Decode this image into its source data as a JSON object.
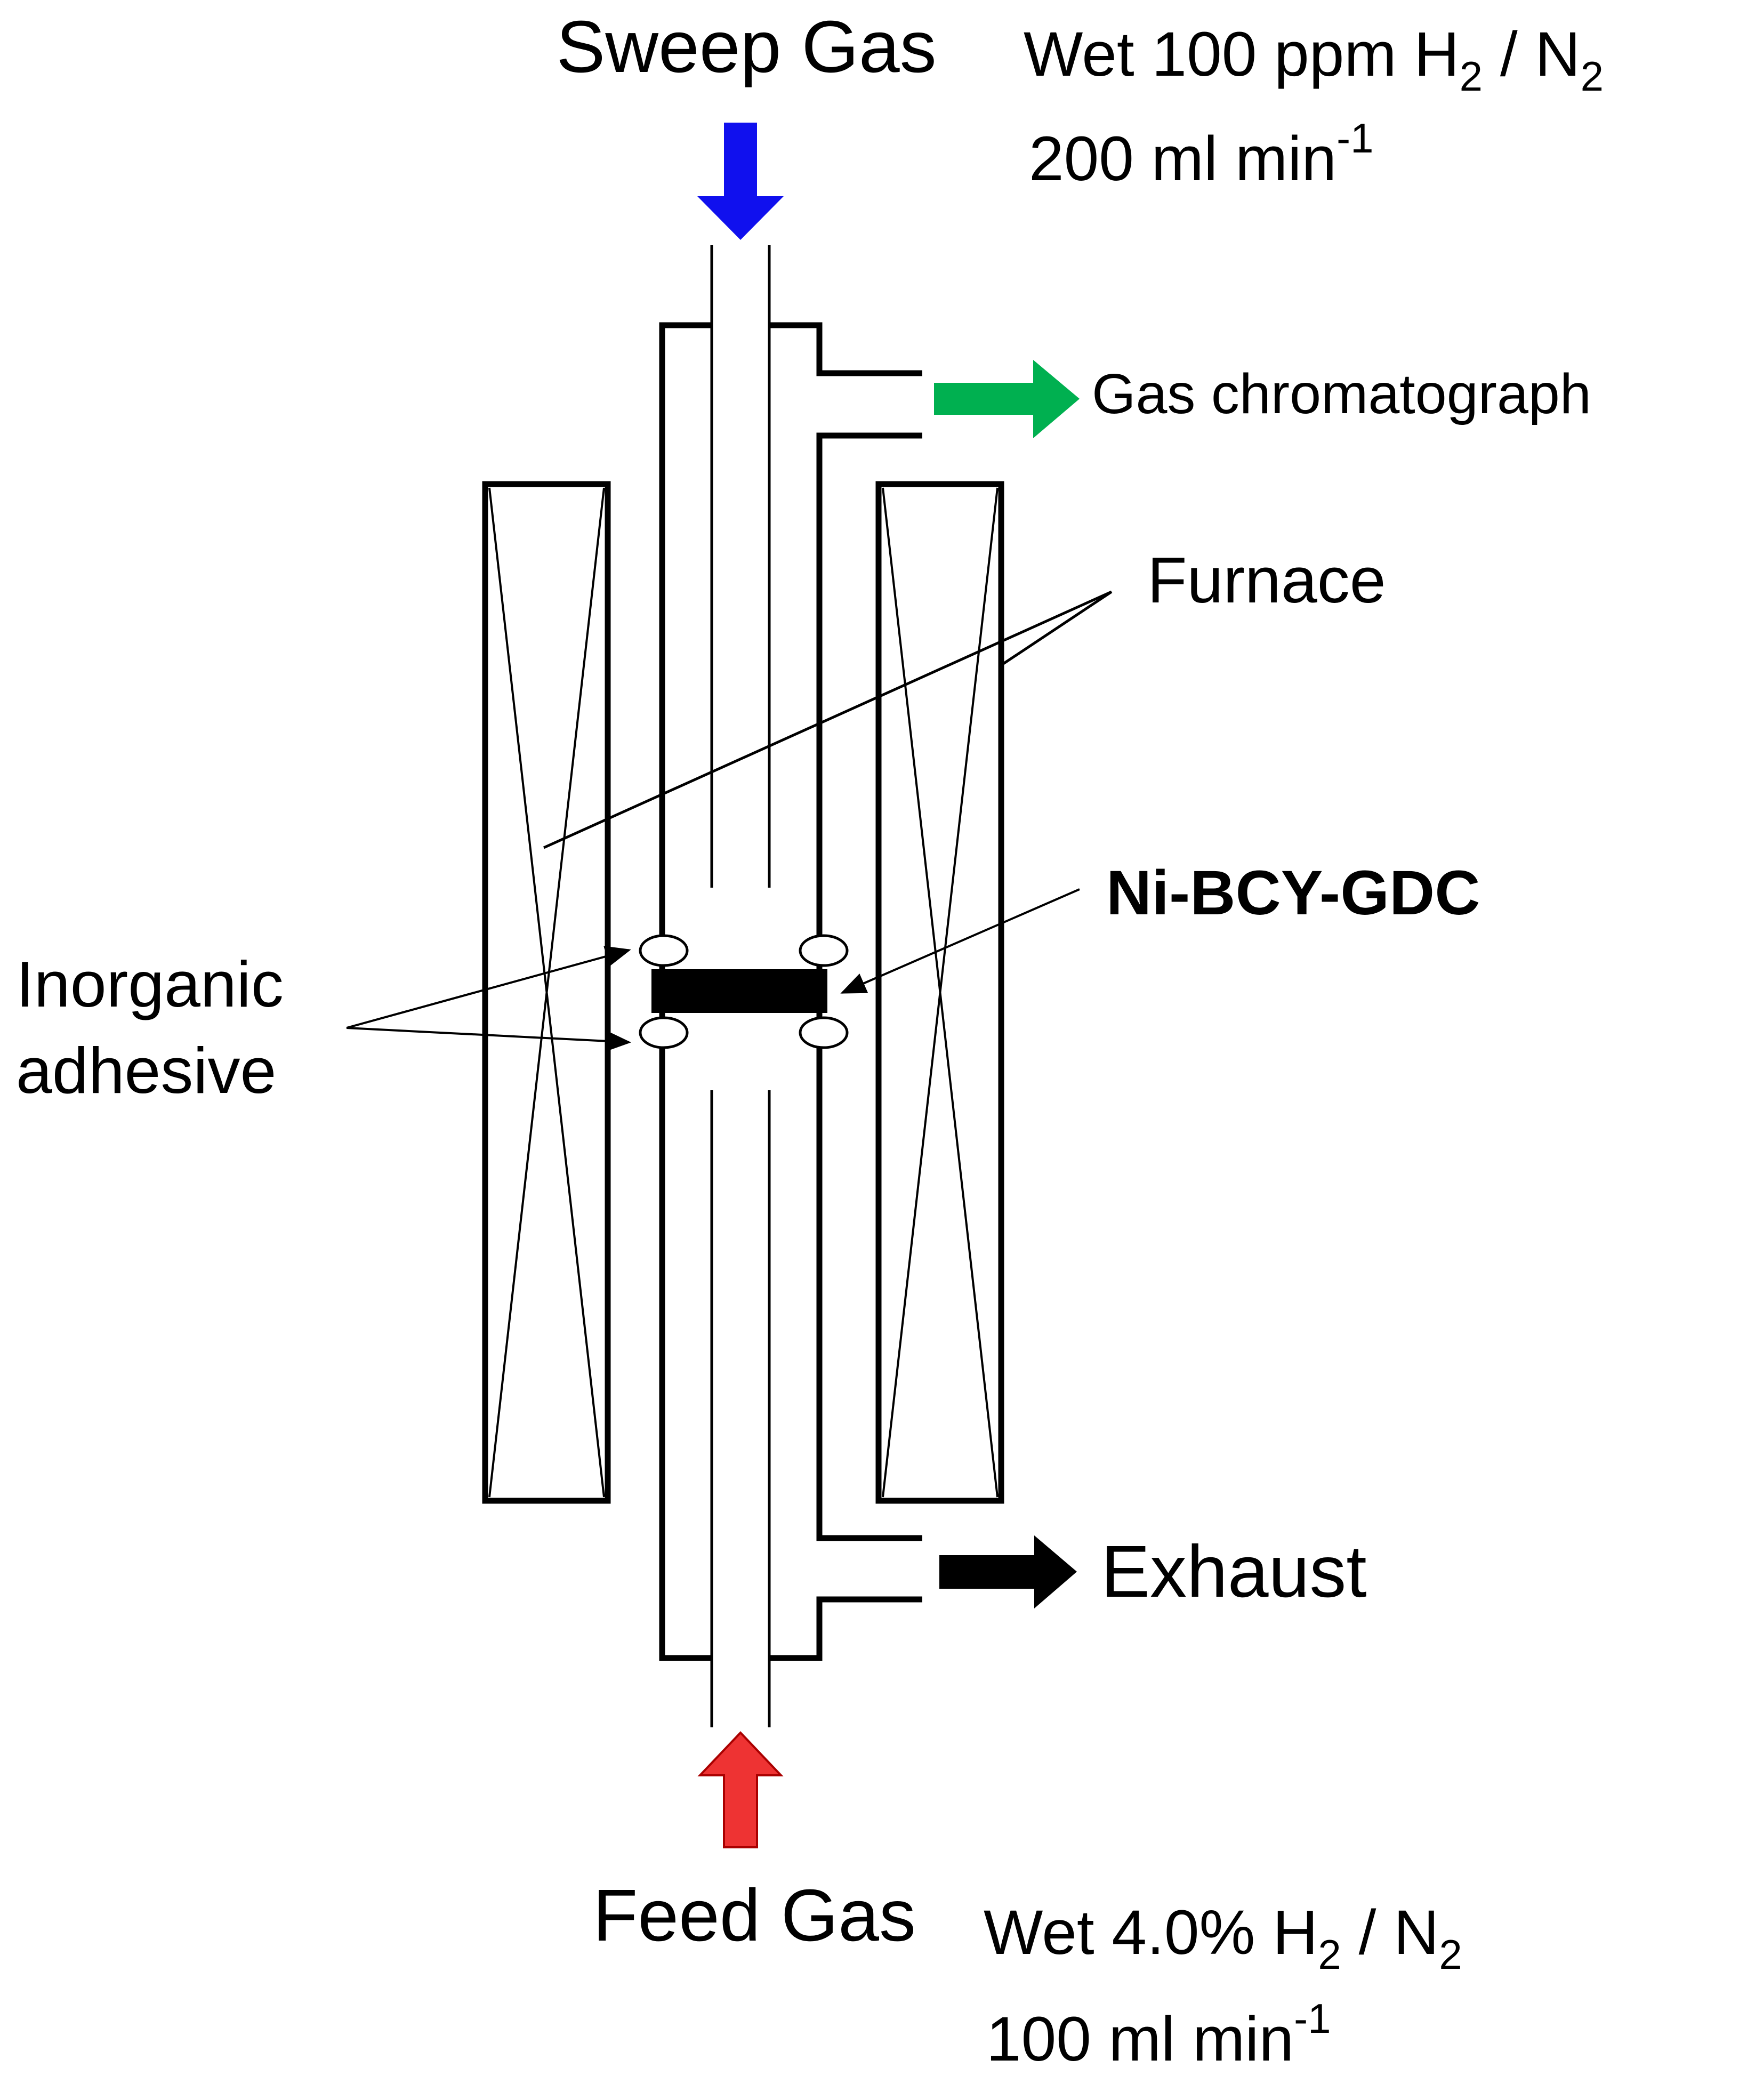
{
  "sweep_gas": {
    "label": "Sweep Gas",
    "label_color": "#4472c4",
    "arrow_color": "#1010ee",
    "composition_prefix": "Wet 100 ppm H",
    "composition_sub1": "2",
    "composition_sep": " / N",
    "composition_sub2": "2",
    "flow_prefix": "200 ml min",
    "flow_sup": "-1"
  },
  "feed_gas": {
    "label": "Feed Gas",
    "label_color": "#ee1111",
    "arrow_color": "#ee3333",
    "composition_prefix": "Wet 4.0% H",
    "composition_sub1": "2",
    "composition_sep": " / N",
    "composition_sub2": "2",
    "flow_prefix": "100 ml min",
    "flow_sup": "-1"
  },
  "outlets": {
    "gas_chromatograph": "Gas chromatograph",
    "gas_chromatograph_arrow_color": "#00b050",
    "exhaust": "Exhaust",
    "exhaust_arrow_color": "#000000"
  },
  "labels": {
    "furnace": "Furnace",
    "membrane": "Ni-BCY-GDC",
    "adhesive_line1": "Inorganic",
    "adhesive_line2": "adhesive"
  }
}
